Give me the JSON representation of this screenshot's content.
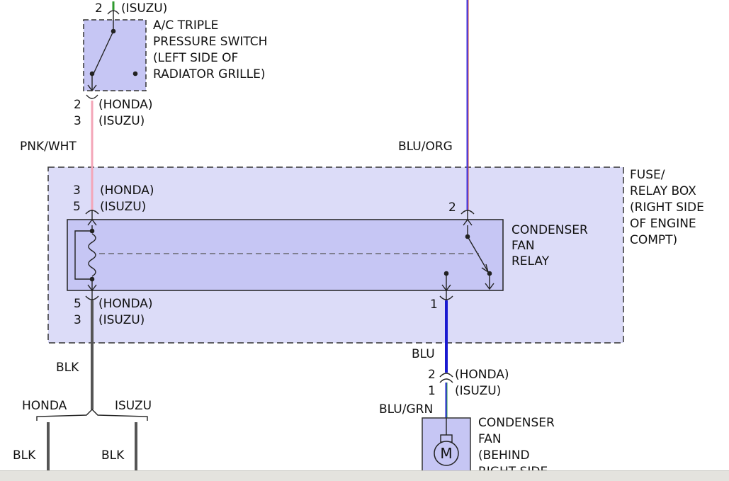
{
  "switch": {
    "top_pin": "2",
    "top_label": "(ISUZU)",
    "name_lines": [
      "A/C TRIPLE",
      "PRESSURE SWITCH",
      "(LEFT SIDE OF",
      "RADIATOR GRILLE)"
    ],
    "bottom_pins": [
      "2",
      "3"
    ],
    "bottom_labels": [
      "(HONDA)",
      "(ISUZU)"
    ]
  },
  "wires": {
    "pnk_wht": "PNK/WHT",
    "blu_org": "BLU/ORG",
    "blk": "BLK",
    "blu": "BLU",
    "blu_grn": "BLU/GRN",
    "blk_honda": "BLK",
    "blk_isuzu": "BLK"
  },
  "fuse_box": {
    "name_lines": [
      "FUSE/",
      "RELAY BOX",
      "(RIGHT SIDE",
      "OF ENGINE",
      "COMPT)"
    ]
  },
  "relay": {
    "name_lines": [
      "CONDENSER",
      "FAN",
      "RELAY"
    ],
    "coil_top_pins": [
      "3",
      "5"
    ],
    "coil_top_labels": [
      "(HONDA)",
      "(ISUZU)"
    ],
    "coil_bottom_pins": [
      "5",
      "3"
    ],
    "coil_bottom_labels": [
      "(HONDA)",
      "(ISUZU)"
    ],
    "switch_in_pin": "2",
    "switch_out_pin": "1"
  },
  "fan_connector": {
    "pins": [
      "2",
      "1"
    ],
    "labels": [
      "(HONDA)",
      "(ISUZU)"
    ]
  },
  "ground_split": {
    "left": "HONDA",
    "right": "ISUZU"
  },
  "fan": {
    "name_lines": [
      "CONDENSER",
      "FAN",
      "(BEHIND",
      "RIGHT SIDE"
    ],
    "motor_symbol": "M"
  },
  "colors": {
    "box_fill": "#dcdcf8",
    "relay_fill": "#c6c6f4",
    "pnk_wht": "#f4a6b8",
    "blu_org_blue": "#3a3aee",
    "blu_org_orange": "#d8503a",
    "blu": "#1a1ad0",
    "blu_grn_blue": "#2a2ad8",
    "blu_grn_green": "#2f9a4a",
    "blk": "#555555",
    "green_top": "#2f9a2f"
  }
}
